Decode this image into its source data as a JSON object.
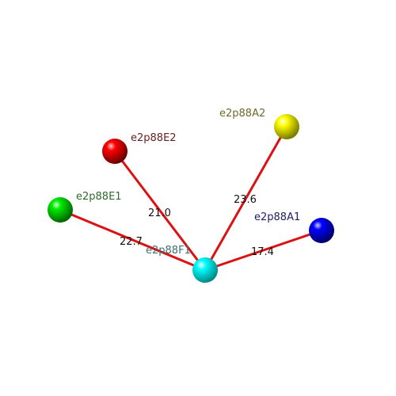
{
  "nodes": [
    {
      "id": "center",
      "label": "e2p88F1",
      "color": "#00ffff",
      "label_color": "#3d6f73"
    },
    {
      "id": "e2",
      "label": "e2p88E2",
      "color": "#ff0000",
      "label_color": "#6b2020"
    },
    {
      "id": "a2",
      "label": "e2p88A2",
      "color": "#ffff00",
      "label_color": "#6f6a2a"
    },
    {
      "id": "e1",
      "label": "e2p88E1",
      "color": "#00ee00",
      "label_color": "#2e6a2e"
    },
    {
      "id": "a1",
      "label": "e2p88A1",
      "color": "#0000ff",
      "label_color": "#202060"
    }
  ],
  "edges": [
    {
      "to": "e2",
      "label": "21.0"
    },
    {
      "to": "a2",
      "label": "23.6"
    },
    {
      "to": "e1",
      "label": "22.7"
    },
    {
      "to": "a1",
      "label": "17.4"
    }
  ],
  "edge_color": "#dd1111"
}
